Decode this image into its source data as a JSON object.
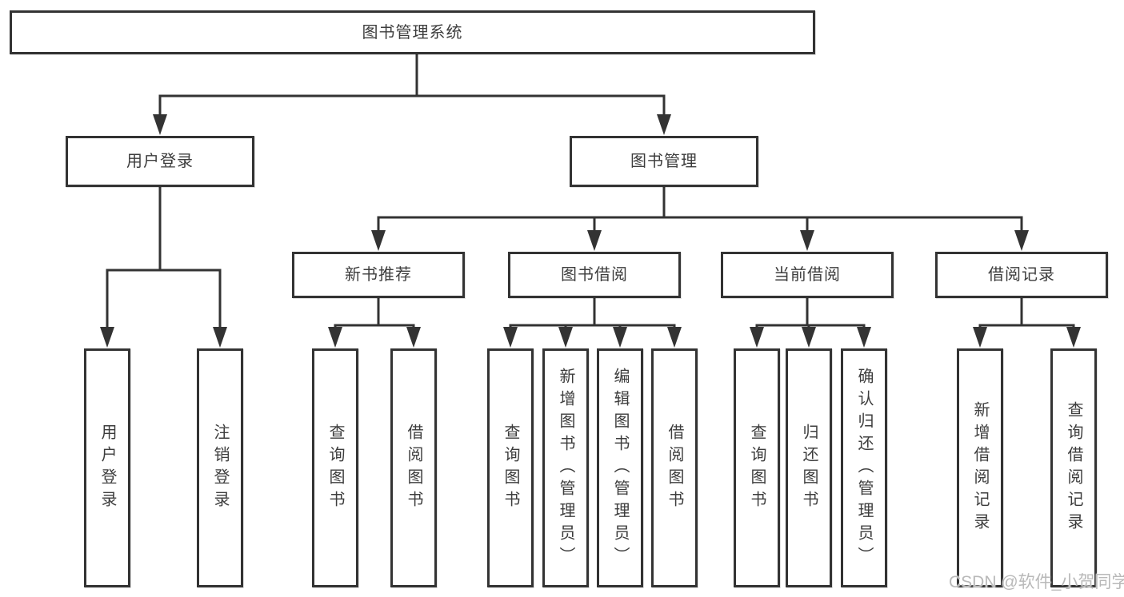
{
  "diagram": {
    "root": {
      "label": "图书管理系统"
    },
    "level2": [
      {
        "label": "用户登录"
      },
      {
        "label": "图书管理"
      }
    ],
    "level3": [
      {
        "label": "新书推荐"
      },
      {
        "label": "图书借阅"
      },
      {
        "label": "当前借阅"
      },
      {
        "label": "借阅记录"
      }
    ],
    "leaves": {
      "user_login": [
        "用户登录",
        "注销登录"
      ],
      "new_books": [
        "查询图书",
        "借阅图书"
      ],
      "book_borrow": [
        "查询图书",
        "新增图书（管理员）",
        "编辑图书（管理员）",
        "借阅图书"
      ],
      "current_borrow": [
        "查询图书",
        "归还图书",
        "确认归还（管理员）"
      ],
      "borrow_records": [
        "新增借阅记录",
        "查询借阅记录"
      ]
    }
  },
  "watermark": "CSDN @软件_小贺同学",
  "colors": {
    "line": "#333333",
    "box_border": "#333333",
    "box_fill": "#ffffff",
    "text": "#3d3d3d",
    "watermark": "#b9b9b9",
    "background": "#ffffff"
  }
}
